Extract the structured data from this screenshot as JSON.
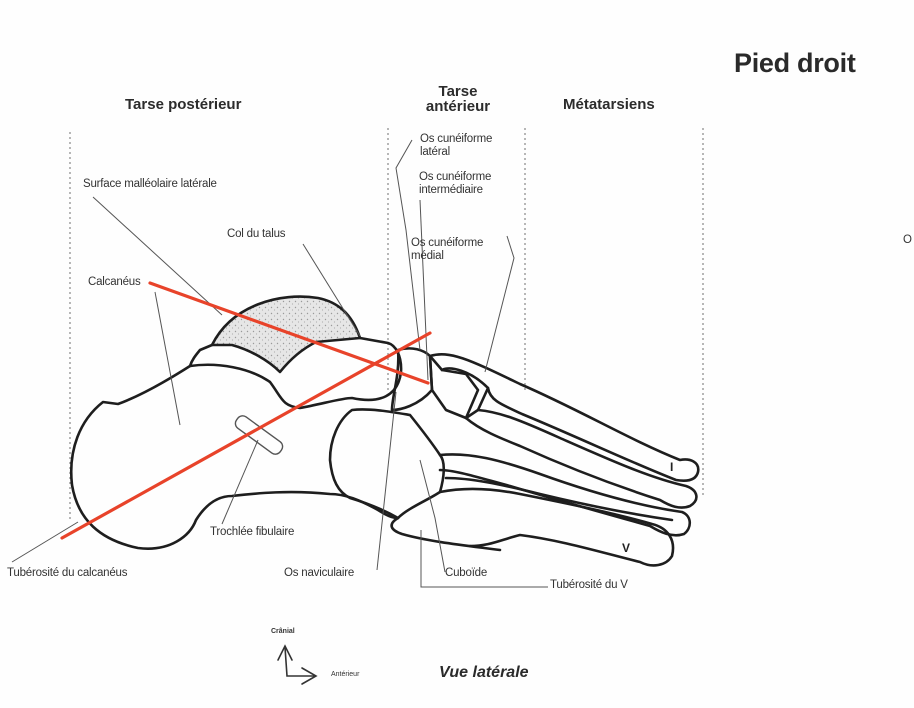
{
  "title": "Pied droit",
  "regions": {
    "posterior_tarsus": "Tarse postérieur",
    "anterior_tarsus_line1": "Tarse",
    "anterior_tarsus_line2": "antérieur",
    "metatarsals": "Métatarsiens"
  },
  "labels": {
    "lateral_cuneiform_1": "Os cunéiforme",
    "lateral_cuneiform_2": "latéral",
    "intermediate_cuneiform_1": "Os cunéiforme",
    "intermediate_cuneiform_2": "intermédiaire",
    "medial_cuneiform_1": "Os cunéiforme",
    "medial_cuneiform_2": "médial",
    "lateral_malleolar_surface": "Surface malléolaire latérale",
    "talus_neck": "Col du talus",
    "calcaneus": "Calcanéus",
    "fibular_trochlea": "Trochlée fibulaire",
    "calcaneal_tuberosity": "Tubérosité du calcanéus",
    "navicular": "Os naviculaire",
    "cuboid": "Cuboïde",
    "fifth_tuberosity": "Tubérosité du V",
    "metatarsal_I": "I",
    "metatarsal_V": "V",
    "cut_off_edge": "O"
  },
  "orientation": {
    "cranial": "Crânial",
    "anterior": "Antérieur"
  },
  "view": "Vue latérale",
  "colors": {
    "annotation_red": "#e8432a",
    "bone_outline": "#1e1e1e",
    "leader_line": "#555555"
  }
}
